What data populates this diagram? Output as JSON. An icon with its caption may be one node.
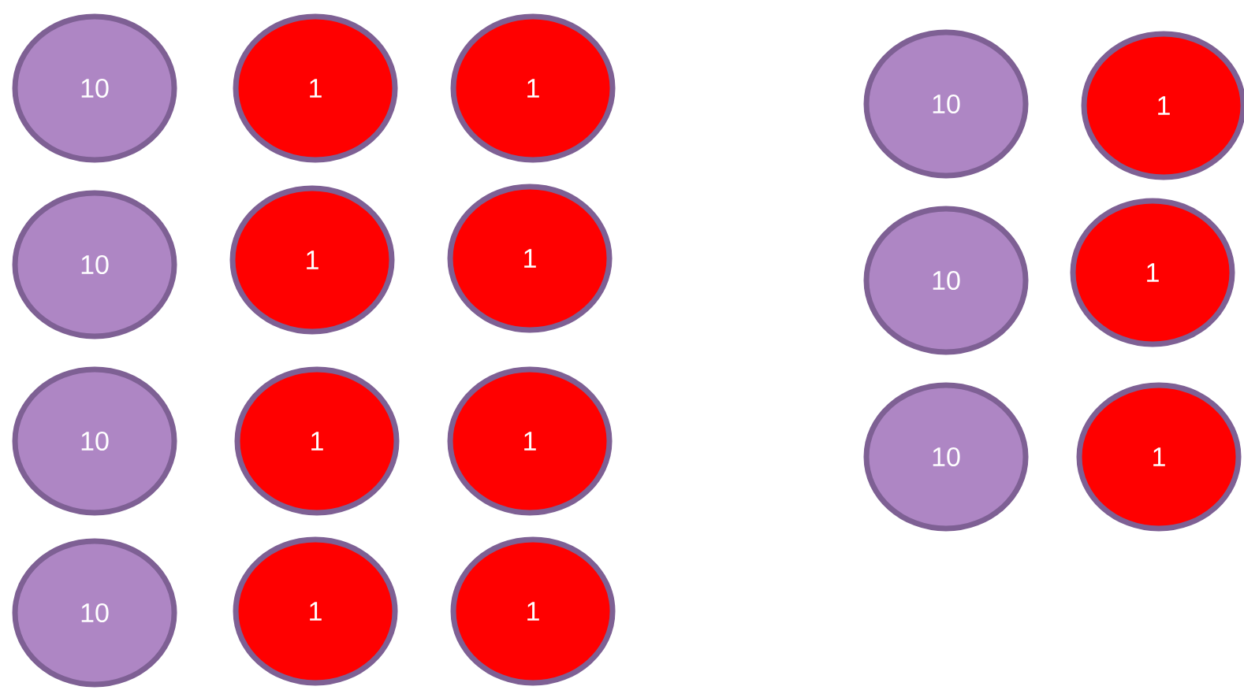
{
  "diagram": {
    "nodes": [
      {
        "text": [
          "10"
        ]
      },
      {
        "text": [
          "1"
        ]
      },
      {
        "text": [
          "1"
        ]
      },
      {
        "text": [
          "10"
        ]
      },
      {
        "text": [
          "1"
        ]
      },
      {
        "text": [
          "10"
        ]
      },
      {
        "text": [
          "1"
        ]
      },
      {
        "text": [
          "1"
        ]
      },
      {
        "text": [
          "10"
        ]
      },
      {
        "text": [
          "1"
        ]
      },
      {
        "text": [
          "10"
        ]
      },
      {
        "text": [
          "1"
        ]
      },
      {
        "text": [
          "1"
        ]
      },
      {
        "text": [
          "10"
        ]
      },
      {
        "text": [
          "1"
        ]
      },
      {
        "text": [
          "10"
        ]
      },
      {
        "text": [
          "1"
        ]
      },
      {
        "text": [
          "1"
        ]
      }
    ]
  }
}
